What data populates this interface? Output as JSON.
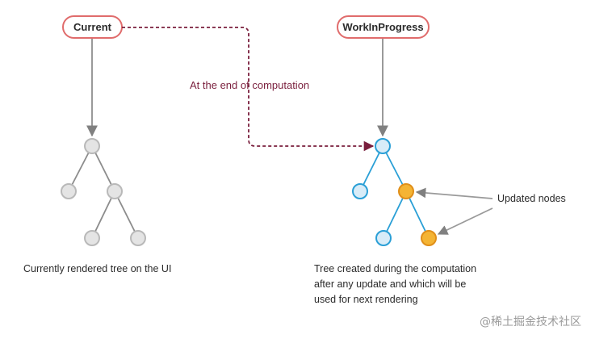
{
  "labels": {
    "current": "Current",
    "wip": "WorkInProgress",
    "edge": "At the end of computation",
    "updated": "Updated nodes"
  },
  "captions": {
    "left": "Currently rendered tree on the UI",
    "right": [
      "Tree  created during the computation",
      "after any update and which will be",
      "used for next rendering"
    ]
  },
  "watermark": "@稀土掘金技术社区",
  "colors": {
    "pill_border": "#e06c6c",
    "grey_node_fill": "#e4e4e4",
    "grey_node_stroke": "#b9b9b9",
    "blue_node_fill": "#d8ecf8",
    "blue_node_stroke": "#2a9fd6",
    "updated_node_fill": "#f4b434",
    "updated_node_stroke": "#e08f1a",
    "dashed_arrow": "#7a1f3d",
    "grey_line": "#9a9a9a"
  }
}
